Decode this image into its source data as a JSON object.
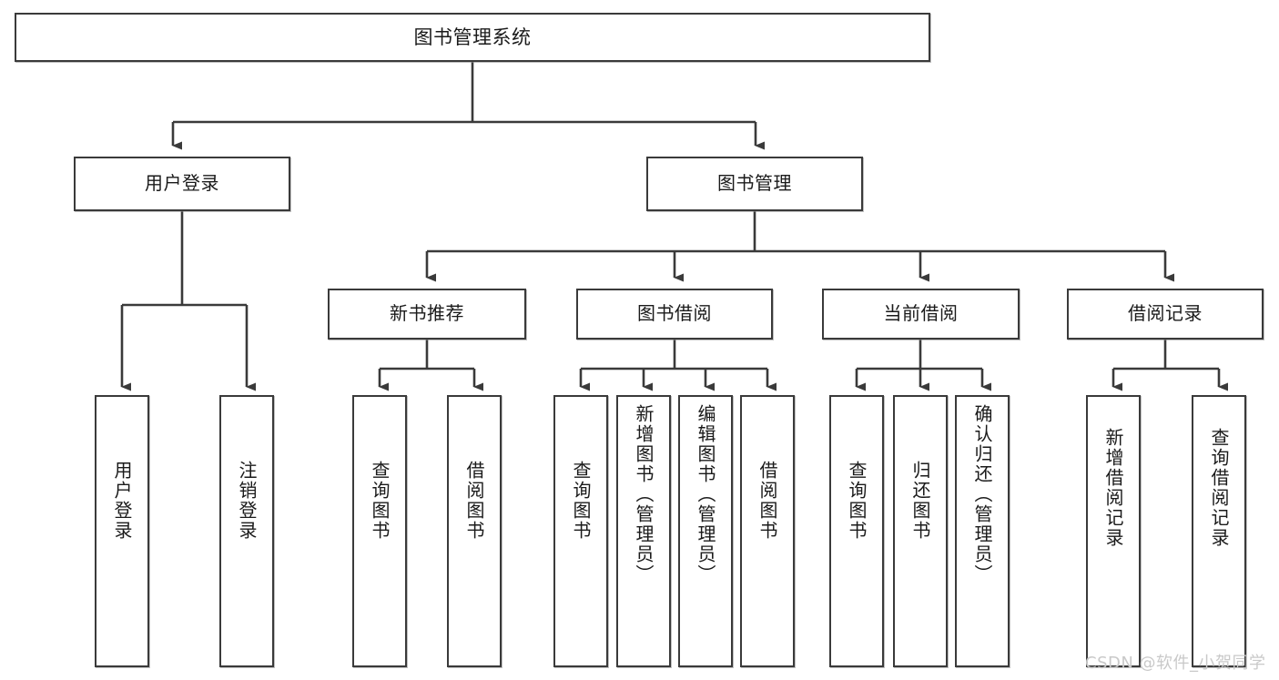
{
  "diagram": {
    "title": "图书管理系统",
    "type": "tree",
    "watermark": "CSDN @软件_小贺同学",
    "colors": {
      "border": "#3a3a3a",
      "background": "#ffffff",
      "text": "#1a1a1a",
      "edge": "#3a3a3a",
      "watermark": "#c9c9c9"
    },
    "levels": {
      "root": "图书管理系统",
      "level2": [
        "用户登录",
        "图书管理"
      ],
      "level3": [
        "新书推荐",
        "图书借阅",
        "当前借阅",
        "借阅记录"
      ]
    },
    "nodes": {
      "root": {
        "label": "图书管理系统"
      },
      "user_login": {
        "label": "用户登录"
      },
      "book_manage": {
        "label": "图书管理"
      },
      "new_book_rec": {
        "label": "新书推荐"
      },
      "book_borrow": {
        "label": "图书借阅"
      },
      "current_borrow": {
        "label": "当前借阅"
      },
      "borrow_record": {
        "label": "借阅记录"
      },
      "leaf_user_login": {
        "label": "用户登录"
      },
      "leaf_user_logout": {
        "label": "注销登录"
      },
      "leaf_query_book_1": {
        "label": "查询图书"
      },
      "leaf_borrow_book_1": {
        "label": "借阅图书"
      },
      "leaf_query_book_2": {
        "label": "查询图书"
      },
      "leaf_add_book_admin": {
        "label": "新增图书（管理员）"
      },
      "leaf_edit_book_admin": {
        "label": "编辑图书（管理员）"
      },
      "leaf_borrow_book_2": {
        "label": "借阅图书"
      },
      "leaf_query_book_3": {
        "label": "查询图书"
      },
      "leaf_return_book": {
        "label": "归还图书"
      },
      "leaf_confirm_return_admin": {
        "label": "确认归还（管理员）"
      },
      "leaf_add_borrow_record": {
        "label": "新增借阅记录"
      },
      "leaf_query_borrow_record": {
        "label": "查询借阅记录"
      }
    },
    "edges": [
      {
        "from": "root",
        "to": "user_login"
      },
      {
        "from": "root",
        "to": "book_manage"
      },
      {
        "from": "user_login",
        "to": "leaf_user_login"
      },
      {
        "from": "user_login",
        "to": "leaf_user_logout"
      },
      {
        "from": "book_manage",
        "to": "new_book_rec"
      },
      {
        "from": "book_manage",
        "to": "book_borrow"
      },
      {
        "from": "book_manage",
        "to": "current_borrow"
      },
      {
        "from": "book_manage",
        "to": "borrow_record"
      },
      {
        "from": "new_book_rec",
        "to": "leaf_query_book_1"
      },
      {
        "from": "new_book_rec",
        "to": "leaf_borrow_book_1"
      },
      {
        "from": "book_borrow",
        "to": "leaf_query_book_2"
      },
      {
        "from": "book_borrow",
        "to": "leaf_add_book_admin"
      },
      {
        "from": "book_borrow",
        "to": "leaf_edit_book_admin"
      },
      {
        "from": "book_borrow",
        "to": "leaf_borrow_book_2"
      },
      {
        "from": "current_borrow",
        "to": "leaf_query_book_3"
      },
      {
        "from": "current_borrow",
        "to": "leaf_return_book"
      },
      {
        "from": "current_borrow",
        "to": "leaf_confirm_return_admin"
      },
      {
        "from": "borrow_record",
        "to": "leaf_add_borrow_record"
      },
      {
        "from": "borrow_record",
        "to": "leaf_query_borrow_record"
      }
    ]
  }
}
